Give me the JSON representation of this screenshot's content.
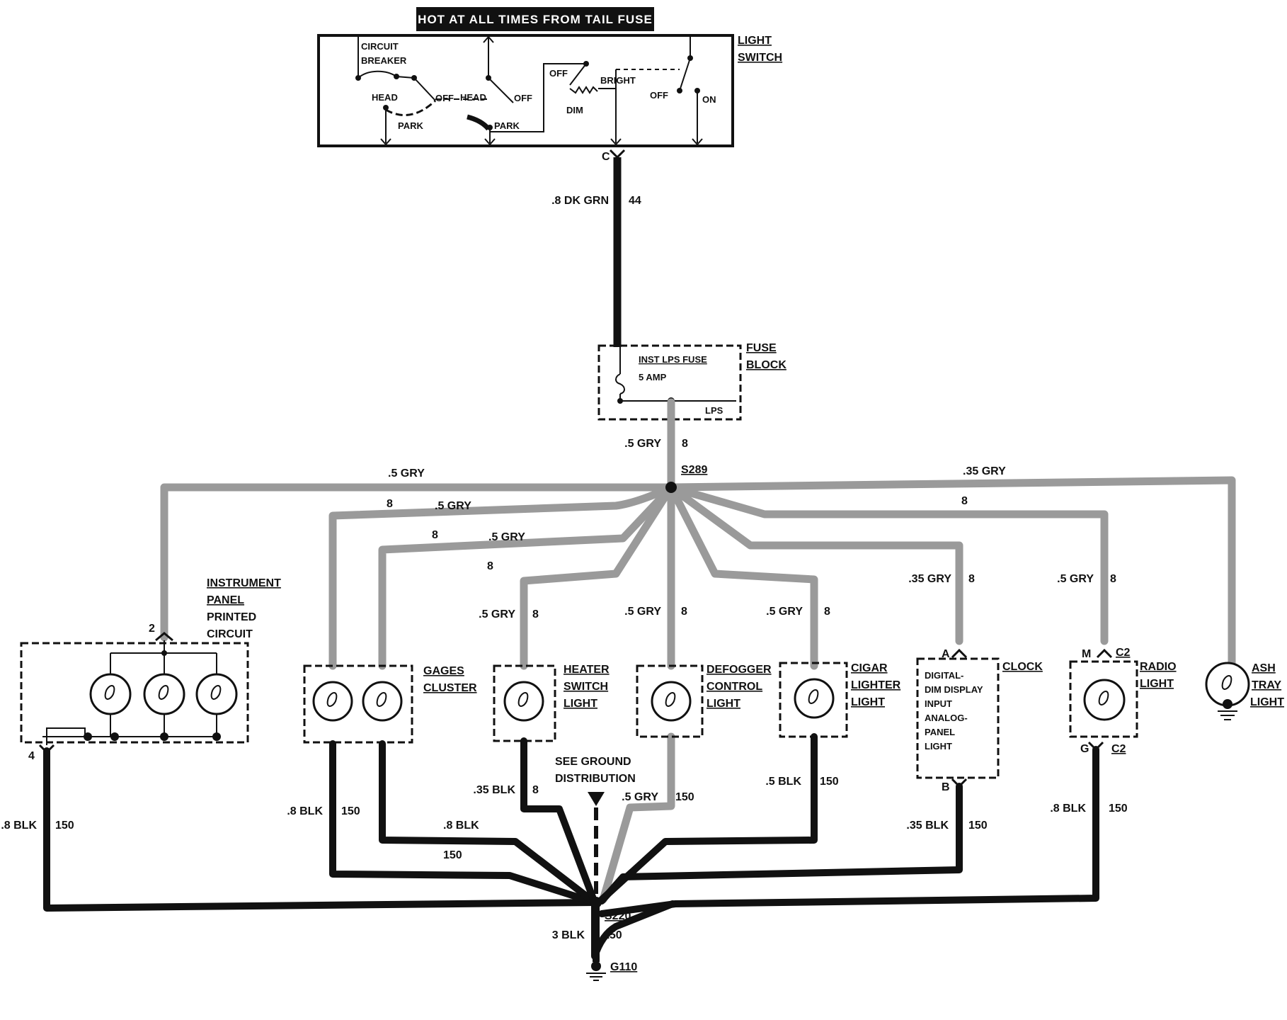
{
  "header": "HOT AT ALL TIMES FROM TAIL FUSE",
  "light_switch": {
    "title_1": "LIGHT",
    "title_2": "SWITCH",
    "circuit_breaker_1": "CIRCUIT",
    "circuit_breaker_2": "BREAKER",
    "head_1": "HEAD",
    "off_1": "OFF",
    "park_1": "PARK",
    "head_2": "HEAD",
    "off_2": "OFF",
    "park_2": "PARK",
    "off_3": "OFF",
    "bright": "BRIGHT",
    "dim": "DIM",
    "off_4": "OFF",
    "on": "ON",
    "terminal": "C"
  },
  "feed_wire": {
    "gauge": ".8 DK GRN",
    "circuit": "44"
  },
  "fuse_block": {
    "title_1": "FUSE",
    "title_2": "BLOCK",
    "fuse_name": "INST LPS FUSE",
    "rating": "5 AMP",
    "terminal": "LPS"
  },
  "fuse_out_wire": {
    "gauge": ".5 GRY",
    "circuit": "8"
  },
  "splice_top": "S289",
  "branch_wires": {
    "ip": {
      "gauge": ".5 GRY",
      "circuit": "8"
    },
    "gages1": {
      "gauge": ".5 GRY",
      "circuit": "8"
    },
    "gages2": {
      "gauge": ".5 GRY",
      "circuit": "8"
    },
    "heater": {
      "gauge": ".5 GRY",
      "circuit": "8"
    },
    "defogger": {
      "gauge": ".5 GRY",
      "circuit": "8"
    },
    "cigar": {
      "gauge": ".5 GRY",
      "circuit": "8"
    },
    "clock": {
      "gauge": ".35 GRY",
      "circuit": "8"
    },
    "radio": {
      "gauge": ".5 GRY",
      "circuit": "8"
    },
    "ash": {
      "gauge": ".35 GRY",
      "circuit": "8"
    }
  },
  "components": {
    "ip_1": "INSTRUMENT",
    "ip_2": "PANEL",
    "ip_3": "PRINTED",
    "ip_4": "CIRCUIT",
    "ip_pin_top": "2",
    "ip_pin_bottom": "4",
    "gages_1": "GAGES",
    "gages_2": "CLUSTER",
    "heater_1": "HEATER",
    "heater_2": "SWITCH",
    "heater_3": "LIGHT",
    "defogger_1": "DEFOGGER",
    "defogger_2": "CONTROL",
    "defogger_3": "LIGHT",
    "cigar_1": "CIGAR",
    "cigar_2": "LIGHTER",
    "cigar_3": "LIGHT",
    "clock_title": "CLOCK",
    "clock_pin_top": "A",
    "clock_pin_bottom": "B",
    "clock_body_1": "DIGITAL-",
    "clock_body_2": "DIM DISPLAY",
    "clock_body_3": "INPUT",
    "clock_body_4": "ANALOG-",
    "clock_body_5": "PANEL",
    "clock_body_6": "LIGHT",
    "radio_1": "RADIO",
    "radio_2": "LIGHT",
    "radio_pin_top": "M",
    "radio_conn_top": "C2",
    "radio_pin_bottom": "G",
    "radio_conn_bottom": "C2",
    "ash_1": "ASH",
    "ash_2": "TRAY",
    "ash_3": "LIGHT"
  },
  "ground_wires": {
    "ip": {
      "gauge": ".8 BLK",
      "circuit": "150"
    },
    "gages1": {
      "gauge": ".8 BLK",
      "circuit": "150"
    },
    "gages2": {
      "gauge": ".8 BLK",
      "circuit": "150"
    },
    "heater": {
      "gauge": ".35 BLK",
      "circuit": "8"
    },
    "defogger": {
      "gauge": ".5 GRY",
      "circuit": "150"
    },
    "cigar": {
      "gauge": ".5 BLK",
      "circuit": "150"
    },
    "clock": {
      "gauge": ".35 BLK",
      "circuit": "150"
    },
    "radio": {
      "gauge": ".8 BLK",
      "circuit": "150"
    }
  },
  "see_ground_1": "SEE GROUND",
  "see_ground_2": "DISTRIBUTION",
  "splice_bottom": "S220",
  "ground_wire": {
    "gauge": "3 BLK",
    "circuit": "150"
  },
  "ground_point": "G110"
}
